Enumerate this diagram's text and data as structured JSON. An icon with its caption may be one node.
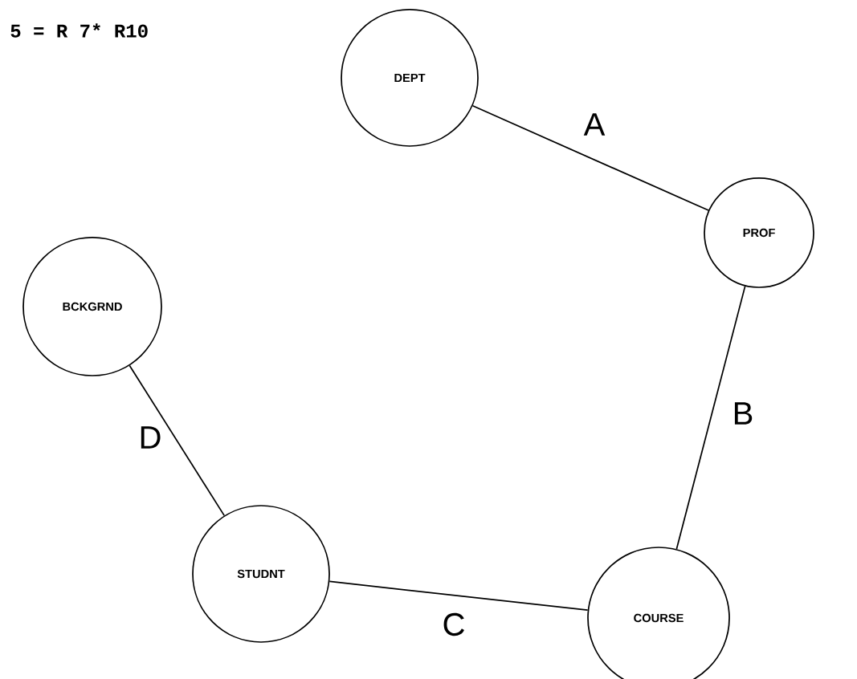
{
  "diagram": {
    "nodes": [
      {
        "text": [
          "DEPT"
        ]
      },
      {
        "text": [
          "PROF"
        ]
      },
      {
        "text": [
          "BCKGRND"
        ]
      },
      {
        "text": [
          "STUDNT"
        ]
      },
      {
        "text": [
          "COURSE"
        ]
      }
    ],
    "edges": [
      {
        "from": 0,
        "to": 1,
        "arrow": "none",
        "label": "A"
      },
      {
        "from": 1,
        "to": 4,
        "arrow": "none",
        "label": "B"
      },
      {
        "from": 3,
        "to": 4,
        "arrow": "none",
        "label": "C"
      },
      {
        "from": 2,
        "to": 3,
        "arrow": "none",
        "label": "D"
      }
    ],
    "labels": [
      "5 =  R 7* R10"
    ]
  }
}
